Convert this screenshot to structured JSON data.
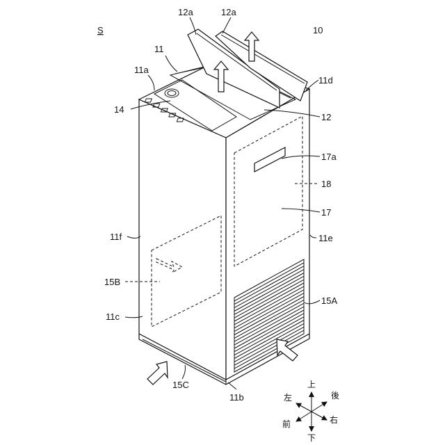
{
  "labels": {
    "S": "S",
    "ref_10": "10",
    "ref_11": "11",
    "ref_11a": "11a",
    "ref_11b": "11b",
    "ref_11c": "11c",
    "ref_11d": "11d",
    "ref_11e": "11e",
    "ref_11f": "11f",
    "ref_12": "12",
    "ref_12a_left": "12a",
    "ref_12a_right": "12a",
    "ref_14": "14",
    "ref_15A": "15A",
    "ref_15B": "15B",
    "ref_15C": "15C",
    "ref_17": "17",
    "ref_17a": "17a",
    "ref_18": "18"
  },
  "directions": {
    "up": "上",
    "down": "下",
    "left": "左",
    "right": "右",
    "front": "前",
    "back": "後"
  }
}
